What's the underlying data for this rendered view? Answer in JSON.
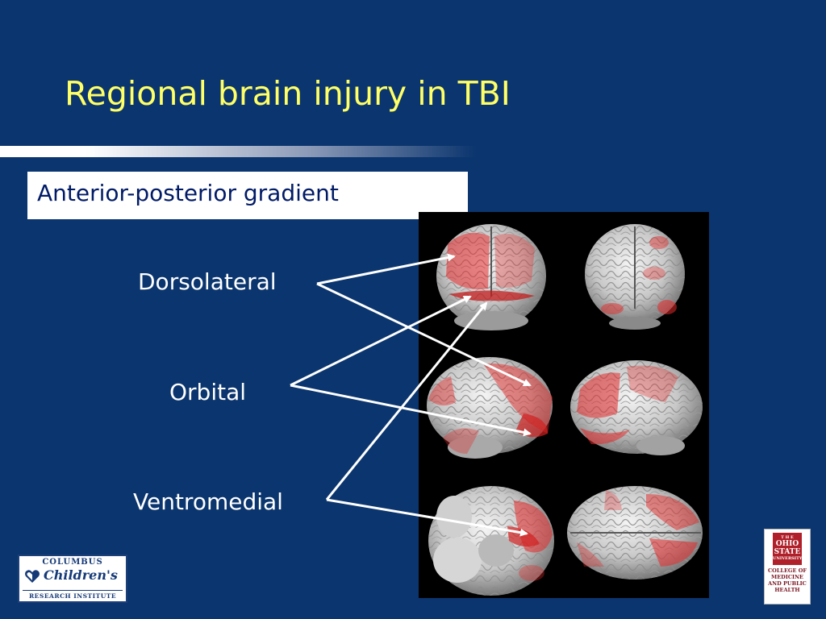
{
  "slide": {
    "title": "Regional brain injury in TBI",
    "subtitle": "Anterior-posterior gradient",
    "title_color": "#ffff66",
    "background_color": "#0b356e"
  },
  "regions": {
    "dorsolateral": "Dorsolateral",
    "orbital": "Orbital",
    "ventromedial": "Ventromedial"
  },
  "brain_figure": {
    "highlight_color": "#e32a2a",
    "views": [
      "front",
      "back",
      "left",
      "right",
      "bottom",
      "top"
    ]
  },
  "logos": {
    "left": {
      "top": "COLUMBUS",
      "middle": "Children's",
      "bottom": "RESEARCH INSTITUTE"
    },
    "right": {
      "seal_small": "T H E",
      "seal_line1": "OHIO",
      "seal_line2": "STATE",
      "seal_small2": "UNIVERSITY",
      "line1": "COLLEGE OF",
      "line2": "MEDICINE",
      "line3": "AND PUBLIC",
      "line4": "HEALTH"
    }
  }
}
